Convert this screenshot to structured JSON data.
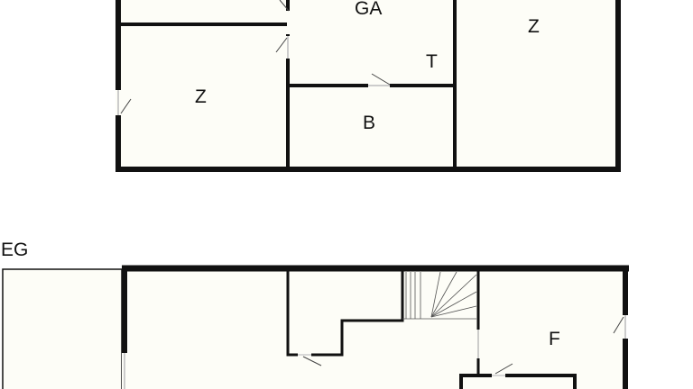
{
  "upper_floor": {
    "rooms": [
      {
        "label": "GA"
      },
      {
        "label": "T"
      },
      {
        "label": "Z"
      },
      {
        "label": "Z"
      },
      {
        "label": "B"
      }
    ]
  },
  "ground_floor": {
    "title": "EG",
    "rooms": [
      {
        "label": "F"
      }
    ]
  },
  "colors": {
    "wall": "#111111",
    "floor": "#fdfdf7"
  }
}
